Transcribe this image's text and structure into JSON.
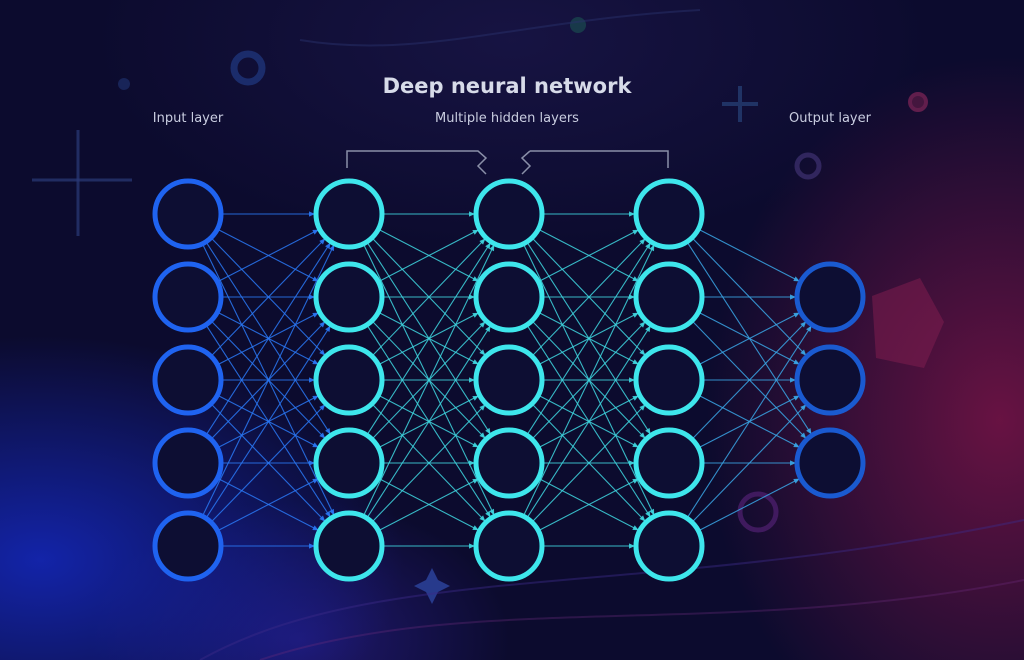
{
  "title": "Deep neural network",
  "labels": {
    "input": "Input layer",
    "hidden": "Multiple hidden layers",
    "output": "Output layer"
  },
  "layers": [
    {
      "role": "input",
      "nodes": 5,
      "color": "#1f63f0"
    },
    {
      "role": "hidden",
      "nodes": 5,
      "color": "#3ee6ec"
    },
    {
      "role": "hidden",
      "nodes": 5,
      "color": "#3ee6ec"
    },
    {
      "role": "hidden",
      "nodes": 5,
      "color": "#3ee6ec"
    },
    {
      "role": "output",
      "nodes": 3,
      "color": "#1a5ad0"
    }
  ],
  "colors": {
    "input_edges": "#2a78f5",
    "hidden_edges": "#3fd7e0",
    "output_edges": "#3aa6e6",
    "bracket": "#8a8fa8"
  }
}
